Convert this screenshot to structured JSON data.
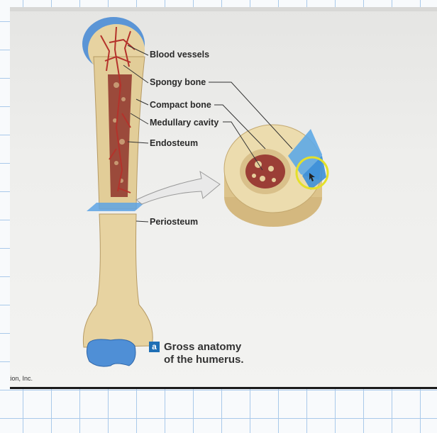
{
  "labels": {
    "blood_vessels": "Blood vessels",
    "spongy_bone": "Spongy bone",
    "compact_bone": "Compact bone",
    "medullary_cavity": "Medullary cavity",
    "endosteum": "Endosteum",
    "periosteum": "Periosteum"
  },
  "caption": {
    "badge": "a",
    "line1": "Gross anatomy",
    "line2": "of the humerus."
  },
  "copyright": "tion, Inc.",
  "colors": {
    "bone": "#e7d3a1",
    "marrow": "#8c3a32",
    "vessel": "#b4322b",
    "cartilage": "#4f8fd6",
    "highlight": "#e4e02a"
  }
}
